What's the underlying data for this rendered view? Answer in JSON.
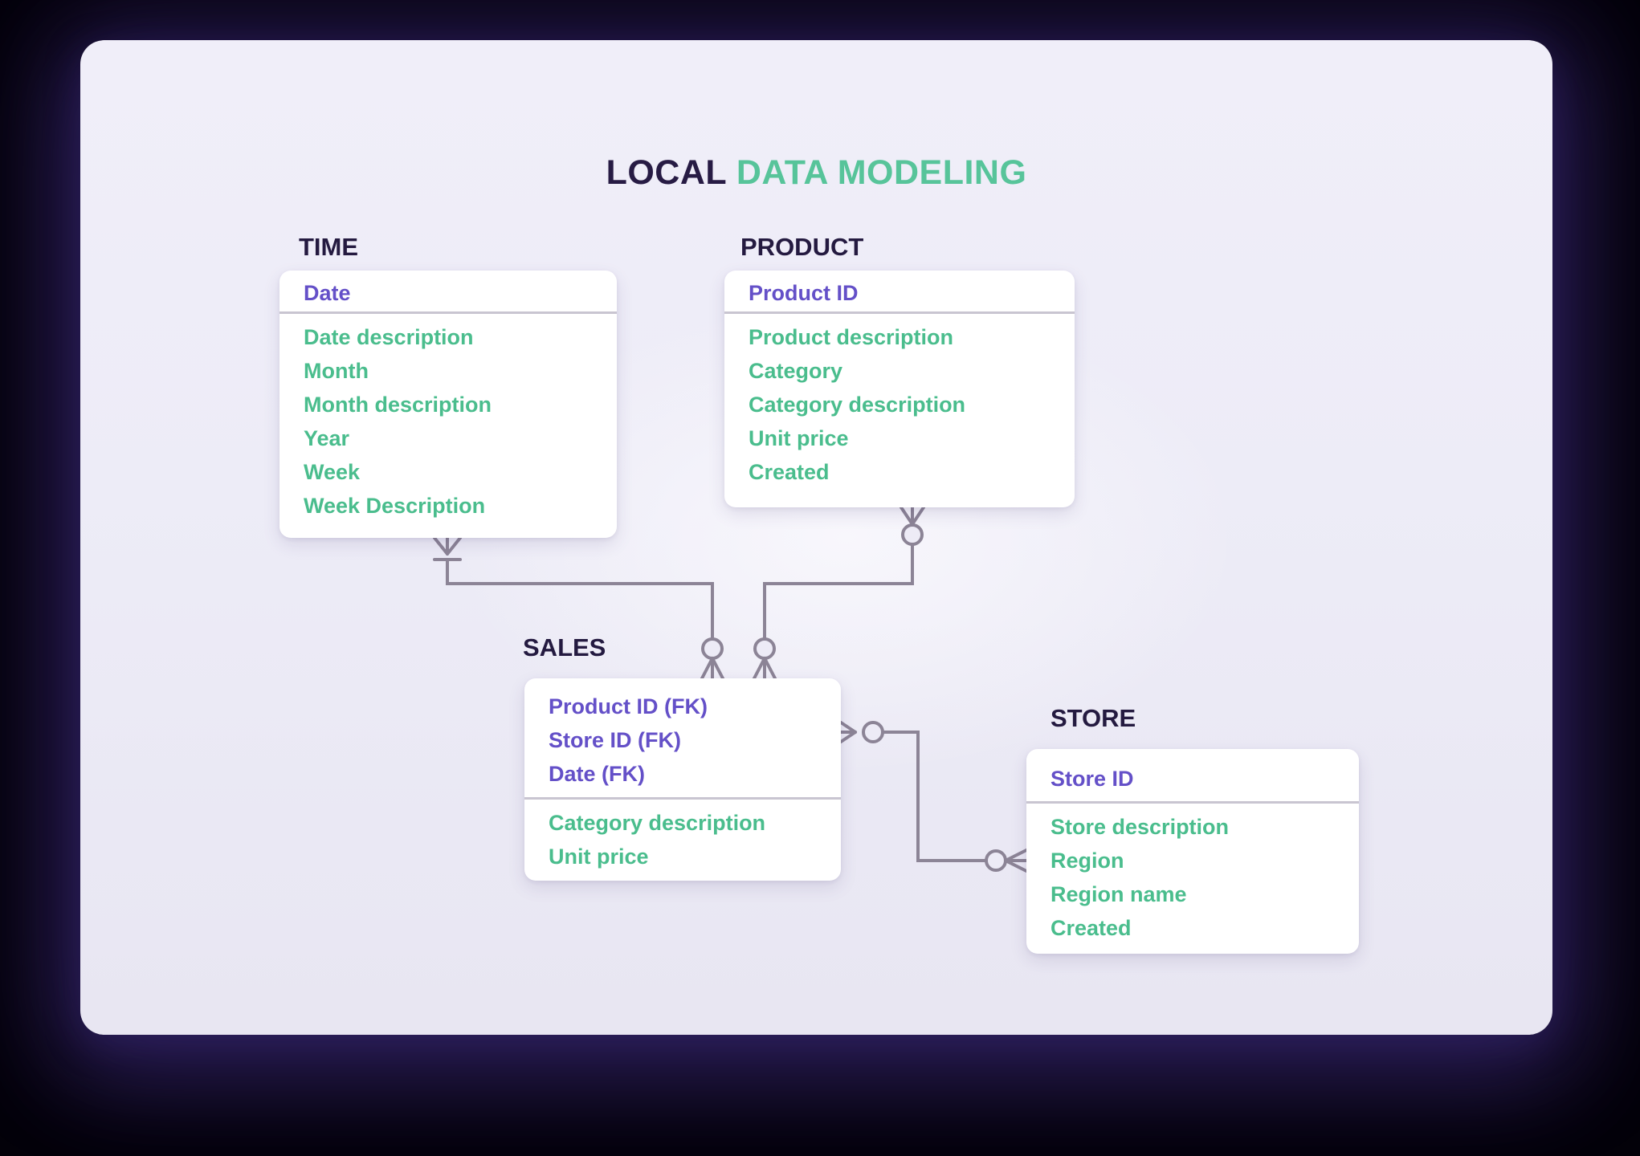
{
  "title": {
    "prefix": "LOCAL",
    "highlight": "DATA MODELING"
  },
  "colors": {
    "page_background": "#04020a",
    "card_background": "#edecf7",
    "heading_dark": "#271b44",
    "accent_green": "#4abd8d",
    "accent_purple": "#6450c8",
    "connector_line": "#8c8496",
    "divider_gray": "#c9c5d1"
  },
  "tables": {
    "time": {
      "name": "TIME",
      "primary": [
        "Date"
      ],
      "attributes": [
        "Date description",
        "Month",
        "Month description",
        "Year",
        "Week",
        "Week Description"
      ]
    },
    "product": {
      "name": "PRODUCT",
      "primary": [
        "Product ID"
      ],
      "attributes": [
        "Product description",
        "Category",
        "Category description",
        "Unit price",
        "Created"
      ]
    },
    "sales": {
      "name": "SALES",
      "primary": [
        "Product ID (FK)",
        "Store ID (FK)",
        "Date (FK)"
      ],
      "attributes": [
        "Category description",
        "Unit price"
      ]
    },
    "store": {
      "name": "STORE",
      "primary": [
        "Store ID"
      ],
      "attributes": [
        "Store description",
        "Region",
        "Region name",
        "Created"
      ]
    }
  },
  "relationships": [
    {
      "from": "TIME",
      "to": "SALES",
      "from_end": "crow-foot-with-bar",
      "to_end": "crow-foot-with-circle"
    },
    {
      "from": "PRODUCT",
      "to": "SALES",
      "from_end": "crow-foot-with-circle",
      "to_end": "crow-foot-with-circle"
    },
    {
      "from": "SALES",
      "to": "STORE",
      "from_end": "crow-foot-with-circle",
      "to_end": "crow-foot-with-circle"
    }
  ]
}
